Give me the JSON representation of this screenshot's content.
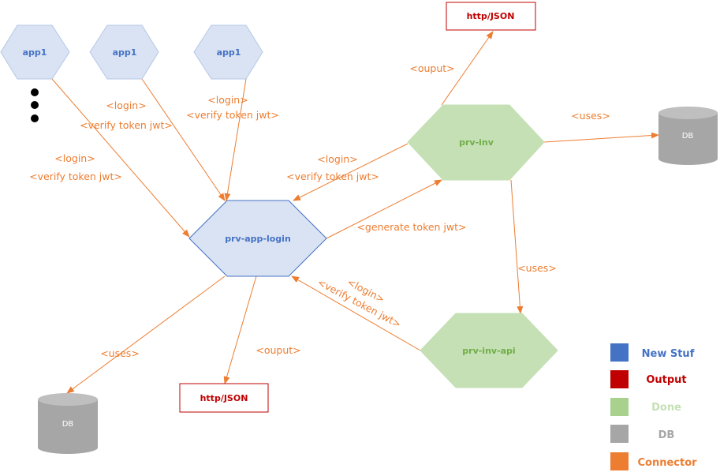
{
  "nodes": {
    "app1_a": "app1",
    "app1_b": "app1",
    "app1_c": "app1",
    "login": "prv-app-login",
    "inv": "prv-inv",
    "inv_api": "prv-inv-api",
    "out_top": "http/JSON",
    "out_bottom": "http/JSON",
    "db_right": "DB",
    "db_left": "DB"
  },
  "labels": {
    "a_login": "<login>",
    "a_verify": "<verify token jwt>",
    "b_login": "<login>",
    "b_verify": "<verify token jwt>",
    "c_login": "<login>",
    "c_verify": "<verify token jwt>",
    "inv_login": "<login>",
    "inv_verify": "<verify token jwt>",
    "generate": "<generate token jwt>",
    "ouput_top": "<ouput>",
    "uses_db": "<uses>",
    "uses_api": "<uses>",
    "api_login": "<login>",
    "api_verify": "<verify token jwt>",
    "ouput_bottom": "<ouput>",
    "uses_left": "<uses>"
  },
  "legend": [
    {
      "label": "New Stuf",
      "color": "#4472C4"
    },
    {
      "label": "Output",
      "color": "#C00000"
    },
    {
      "label": "Done",
      "color": "#A9D18E"
    },
    {
      "label": "DB",
      "color": "#A6A6A6"
    },
    {
      "label": "Connector",
      "color": "#ED7D31"
    }
  ]
}
